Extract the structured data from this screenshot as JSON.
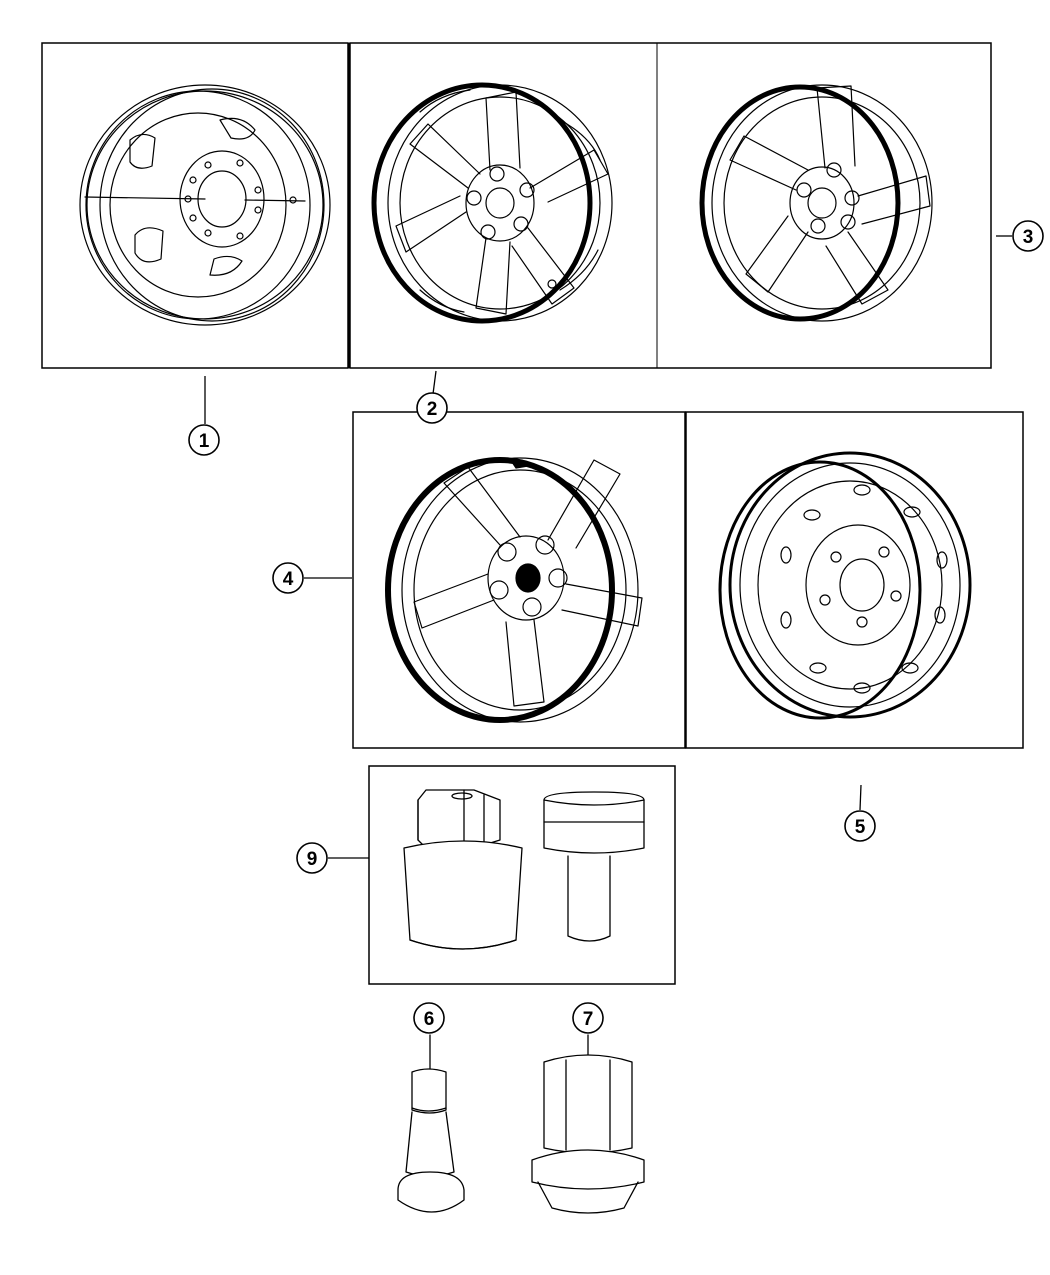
{
  "diagram": {
    "callouts": [
      {
        "id": "1",
        "label": "1",
        "part": "wheel-steel-dually"
      },
      {
        "id": "2",
        "label": "2",
        "part": "wheel-alloy-six-spoke-and-five-spoke"
      },
      {
        "id": "3",
        "label": "3",
        "part": "wheel-alloy-five-spoke"
      },
      {
        "id": "4",
        "label": "4",
        "part": "wheel-alloy-five-spoke-painted"
      },
      {
        "id": "5",
        "label": "5",
        "part": "wheel-steel-spare"
      },
      {
        "id": "6",
        "label": "6",
        "part": "valve-stem"
      },
      {
        "id": "7",
        "label": "7",
        "part": "lug-nut"
      },
      {
        "id": "9",
        "label": "9",
        "part": "wheel-lock-kit"
      }
    ]
  }
}
